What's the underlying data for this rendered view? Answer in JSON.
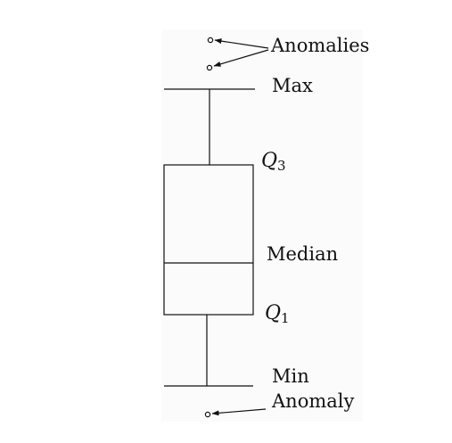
{
  "labels": {
    "anomalies": "Anomalies",
    "max": "Max",
    "q3_letter": "Q",
    "q3_sub": "3",
    "median": "Median",
    "q1_letter": "Q",
    "q1_sub": "1",
    "min": "Min",
    "anomaly": "Anomaly"
  },
  "colors": {
    "stroke": "#111111",
    "panel": "#fbfbfb",
    "background": "#ffffff"
  }
}
